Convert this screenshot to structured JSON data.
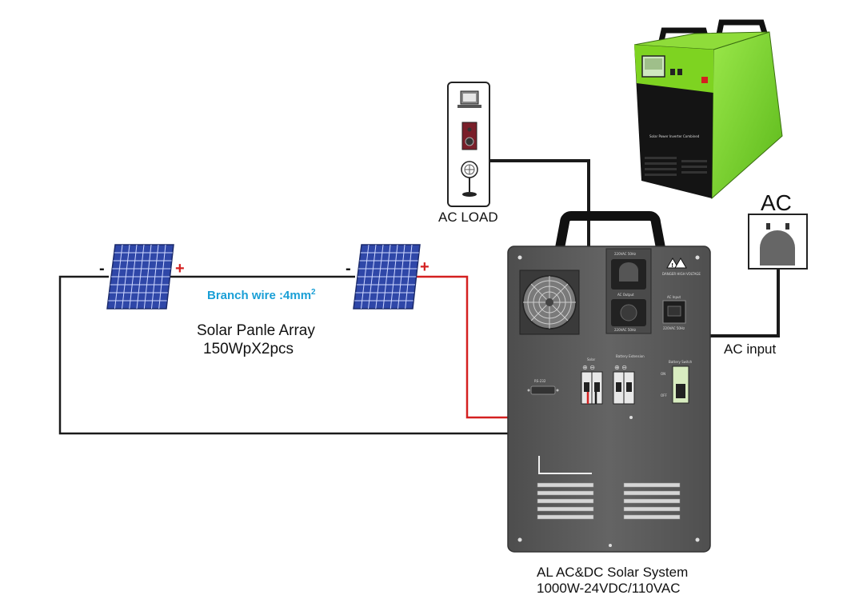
{
  "labels": {
    "ac_load": "AC LOAD",
    "ac": "AC",
    "ac_input": "AC input",
    "branch_wire_prefix": "Branch wire :4mm",
    "branch_wire_sup": "2",
    "array_title": "Solar Panle Array",
    "array_spec": "150WpX2pcs",
    "system_title": "AL AC&DC Solar System",
    "system_spec": "1000W-24VDC/110VAC",
    "minus": "-",
    "plus": "+"
  },
  "panel_labels": {
    "ac_out_top": "220VAC 50Hz",
    "ac_output": "AC Output",
    "ac_out_bottom": "220VAC 50Hz",
    "warning": "DANGER HIGH VOLTAGE",
    "ac_input_small": "AC Input",
    "ac_input_rating": "220VAC 50Hz",
    "solar": "Solar",
    "battery_extension": "Battery Extension",
    "battery_switch": "Battery Switch",
    "rs232": "RS-232",
    "on": "ON",
    "off": "OFF"
  },
  "colors": {
    "wire_black": "#1a1a1a",
    "wire_red": "#d42020",
    "panel_blue": "#2f47a8",
    "cabinet": "#5a5a5a",
    "green_case": "#7ed321",
    "accent_blue": "#1a9fd6"
  }
}
